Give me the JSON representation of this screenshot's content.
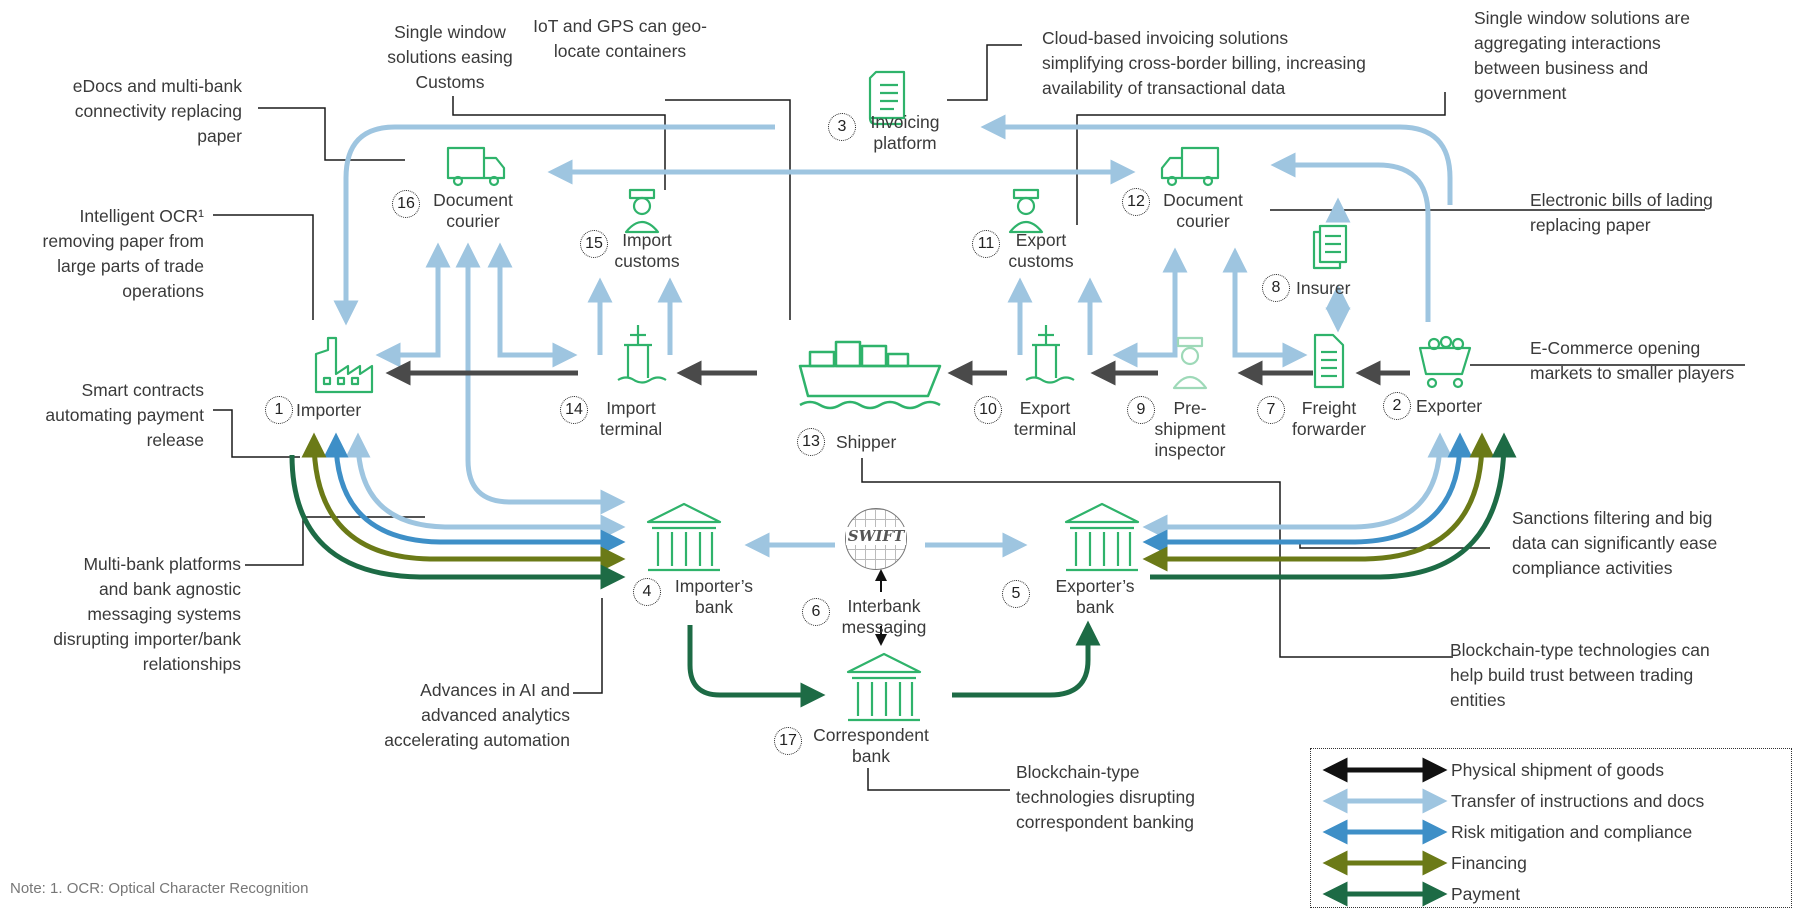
{
  "nodes": {
    "importer": {
      "num": "1",
      "label": [
        "Importer"
      ]
    },
    "exporter": {
      "num": "2",
      "label": [
        "Exporter"
      ]
    },
    "invoicing": {
      "num": "3",
      "label": [
        "Invoicing",
        "platform"
      ]
    },
    "importers_bank": {
      "num": "4",
      "label": [
        "Importer’s",
        "bank"
      ]
    },
    "exporters_bank": {
      "num": "5",
      "label": [
        "Exporter’s",
        "bank"
      ]
    },
    "interbank": {
      "num": "6",
      "label": [
        "Interbank",
        "messaging"
      ],
      "logo": "SWIFT"
    },
    "freight": {
      "num": "7",
      "label": [
        "Freight",
        "forwarder"
      ]
    },
    "insurer": {
      "num": "8",
      "label": [
        "Insurer"
      ]
    },
    "inspector": {
      "num": "9",
      "label": [
        "Pre-",
        "shipment",
        "inspector"
      ]
    },
    "export_terminal": {
      "num": "10",
      "label": [
        "Export",
        "terminal"
      ]
    },
    "export_customs": {
      "num": "11",
      "label": [
        "Export",
        "customs"
      ]
    },
    "courier_right": {
      "num": "12",
      "label": [
        "Document",
        "courier"
      ]
    },
    "shipper": {
      "num": "13",
      "label": [
        "Shipper"
      ]
    },
    "import_terminal": {
      "num": "14",
      "label": [
        "Import",
        "terminal"
      ]
    },
    "import_customs": {
      "num": "15",
      "label": [
        "Import",
        "customs"
      ]
    },
    "courier_left": {
      "num": "16",
      "label": [
        "Document",
        "courier"
      ]
    },
    "correspondent": {
      "num": "17",
      "label": [
        "Correspondent",
        "bank"
      ]
    }
  },
  "annotations": {
    "single_window_customs": [
      "Single window",
      "solutions easing",
      "Customs"
    ],
    "iot_gps": [
      "IoT and GPS can geo-",
      "locate containers"
    ],
    "cloud_invoicing": [
      "Cloud-based invoicing solutions",
      "simplifying cross-border billing, increasing",
      "availability of transactional data"
    ],
    "single_window_aggregating": [
      "Single window solutions are",
      "aggregating interactions",
      "between business and",
      "government"
    ],
    "edocs": [
      "eDocs and multi-bank",
      "connectivity replacing",
      "paper"
    ],
    "ocr": [
      "Intelligent OCR¹",
      "removing paper from",
      "large parts of trade",
      "operations"
    ],
    "ebills": [
      "Electronic bills of lading",
      "replacing paper"
    ],
    "ecommerce": [
      "E-Commerce opening",
      "markets to smaller players"
    ],
    "smart_contracts": [
      "Smart contracts",
      "automating payment",
      "release"
    ],
    "multibank": [
      "Multi-bank platforms",
      "and bank agnostic",
      "messaging systems",
      "disrupting importer/bank",
      "relationships"
    ],
    "sanctions": [
      "Sanctions filtering and big",
      "data can significantly ease",
      "compliance activities"
    ],
    "blockchain_trust": [
      "Blockchain-type technologies can",
      "help build trust between trading",
      "entities"
    ],
    "ai_analytics": [
      "Advances in AI and",
      "advanced analytics",
      "accelerating automation"
    ],
    "blockchain_corr": [
      "Blockchain-type",
      "technologies disrupting",
      "correspondent banking"
    ]
  },
  "legend": [
    {
      "label": "Physical shipment of goods",
      "color": "#111111"
    },
    {
      "label": "Transfer of instructions and docs",
      "color": "#9ec5e0"
    },
    {
      "label": "Risk mitigation and compliance",
      "color": "#3e8fc7"
    },
    {
      "label": "Financing",
      "color": "#6b7a17"
    },
    {
      "label": "Payment",
      "color": "#1d6b45"
    }
  ],
  "note": "Note: 1. OCR: Optical Character Recognition",
  "colors": {
    "icon_green": "#2fb36b",
    "docs": "#9ec5e0",
    "risk": "#3e8fc7",
    "financing": "#6b7a17",
    "payment": "#1d6b45",
    "shipment": "#4a4a4a",
    "leader": "#1a1a1a"
  }
}
